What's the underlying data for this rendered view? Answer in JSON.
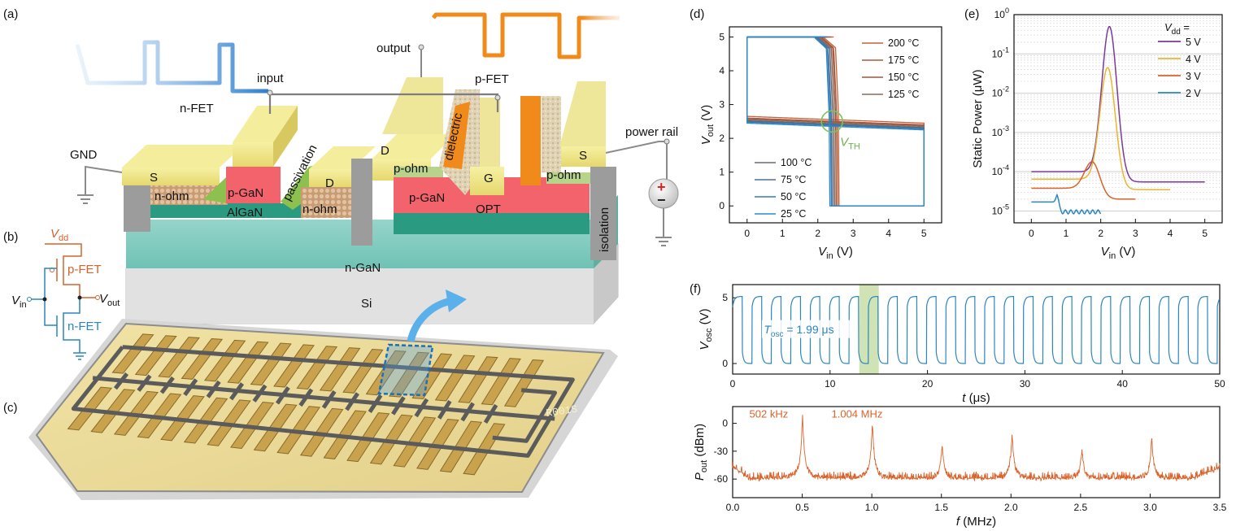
{
  "panels": {
    "a": "(a)",
    "b": "(b)",
    "c": "(c)",
    "d": "(d)",
    "e": "(e)",
    "f": "(f)"
  },
  "device": {
    "signals": {
      "input": "input",
      "output": "output",
      "gnd": "GND",
      "power_rail": "power rail"
    },
    "fets": {
      "n": "n-FET",
      "p": "p-FET"
    },
    "layers": {
      "s_left": "S",
      "n_ohm_left": "n-ohm",
      "p_gan_left": "p-GaN",
      "algan": "AlGaN",
      "passivation": "passivation",
      "d_left": "D",
      "n_ohm_mid": "n-ohm",
      "d_right": "D",
      "p_ohm_left": "p-ohm",
      "dielectric": "dielectric",
      "p_gan_right": "p-GaN",
      "g": "G",
      "opt": "OPT",
      "p_ohm_right": "p-ohm",
      "s_right": "S",
      "isolation": "isolation",
      "n_gan": "n-GaN",
      "si": "Si"
    },
    "plus": "+",
    "minus": "−"
  },
  "circuit": {
    "vdd": "V",
    "vdd_sub": "dd",
    "vin": "V",
    "vin_sub": "in",
    "vout": "V",
    "vout_sub": "out",
    "pfet": "p-FET",
    "nfet": "n-FET"
  },
  "chip": {
    "mark": "R001S"
  },
  "chart_data": [
    {
      "type": "line",
      "panel": "d",
      "xlabel": "V_in (V)",
      "ylabel": "V_out (V)",
      "xlim": [
        -0.5,
        5.5
      ],
      "ylim": [
        -0.5,
        5.3
      ],
      "xticks": [
        0,
        1,
        2,
        3,
        4,
        5
      ],
      "yticks": [
        0,
        1,
        2,
        3,
        4,
        5
      ],
      "annotation": "V_TH",
      "series": [
        {
          "name": "200 °C",
          "color": "#c8603a",
          "vth": 2.5,
          "low": 2.35
        },
        {
          "name": "175 °C",
          "color": "#b0573a",
          "vth": 2.45,
          "low": 2.3
        },
        {
          "name": "150 °C",
          "color": "#9b5a40",
          "vth": 2.42,
          "low": 2.28
        },
        {
          "name": "125 °C",
          "color": "#8a6a5a",
          "vth": 2.38,
          "low": 2.25
        },
        {
          "name": "100 °C",
          "color": "#666a74",
          "vth": 2.34,
          "low": 2.22
        },
        {
          "name": "75 °C",
          "color": "#4a6f9a",
          "vth": 2.3,
          "low": 2.2
        },
        {
          "name": "50 °C",
          "color": "#3579b5",
          "vth": 2.27,
          "low": 2.18
        },
        {
          "name": "25 °C",
          "color": "#2a8ac8",
          "vth": 2.24,
          "low": 2.15
        }
      ]
    },
    {
      "type": "line",
      "panel": "e",
      "xlabel": "V_in (V)",
      "ylabel": "Static Power (μW)",
      "legend_title": "V_dd =",
      "yscale": "log",
      "xlim": [
        -0.5,
        5.5
      ],
      "ylim": [
        5e-06,
        1
      ],
      "xticks": [
        0,
        1,
        2,
        3,
        4,
        5
      ],
      "yticks": [
        "10^0",
        "10^-1",
        "10^-2",
        "10^-3",
        "10^-4",
        "10^-5"
      ],
      "series": [
        {
          "name": "5 V",
          "color": "#7b3a9a",
          "base": 0.0001,
          "peak_x": 2.25,
          "peak": 0.5,
          "end_x": 5.0,
          "end": 5.5e-05
        },
        {
          "name": "4 V",
          "color": "#e8b630",
          "base": 6.5e-05,
          "peak_x": 2.2,
          "peak": 0.045,
          "end_x": 4.0,
          "end": 3.5e-05
        },
        {
          "name": "3 V",
          "color": "#d9622a",
          "base": 3.8e-05,
          "peak_x": 1.75,
          "peak": 0.00018,
          "end_x": 3.0,
          "end": 2e-05
        },
        {
          "name": "2 V",
          "color": "#2a86c0",
          "base": 1.7e-05,
          "peak_x": 0.75,
          "peak": 2.6e-05,
          "end_x": 2.0,
          "end": 9.5e-06
        }
      ]
    },
    {
      "type": "line",
      "panel": "f-top",
      "xlabel": "t (μs)",
      "ylabel": "V_osc (V)",
      "xlim": [
        0,
        50
      ],
      "ylim": [
        -0.8,
        6
      ],
      "xticks": [
        0,
        10,
        20,
        30,
        40,
        50
      ],
      "yticks": [
        0,
        5
      ],
      "period_us": 1.99,
      "vhigh": 5.1,
      "vlow": 0.0,
      "annotation": "T_osc = 1.99 μs",
      "highlight_x": [
        13,
        15
      ]
    },
    {
      "type": "line",
      "panel": "f-bottom",
      "xlabel": "f (MHz)",
      "ylabel": "P_out (dBm)",
      "xlim": [
        0,
        3.5
      ],
      "ylim": [
        -80,
        18
      ],
      "xticks": [
        0.0,
        0.5,
        1.0,
        1.5,
        2.0,
        2.5,
        3.0,
        3.5
      ],
      "yticks": [
        0,
        -30,
        -60
      ],
      "peaks": [
        {
          "f": 0.502,
          "p": 8
        },
        {
          "f": 1.004,
          "p": 0
        },
        {
          "f": 1.506,
          "p": -22
        },
        {
          "f": 2.008,
          "p": -10
        },
        {
          "f": 2.51,
          "p": -28
        },
        {
          "f": 3.012,
          "p": -16
        }
      ],
      "noise_floor": -62,
      "labels": [
        "502 kHz",
        "1.004 MHz"
      ]
    }
  ]
}
